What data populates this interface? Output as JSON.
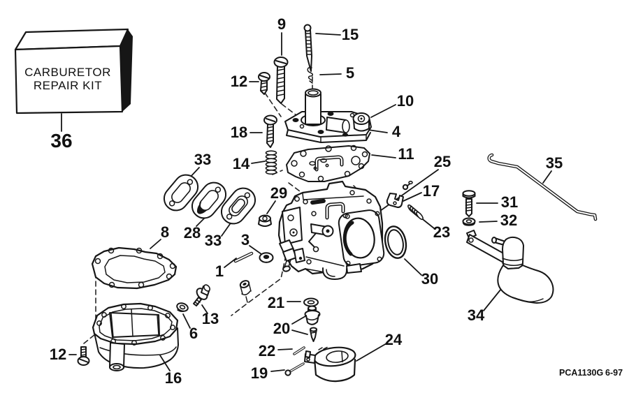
{
  "colors": {
    "ink": "#161616",
    "background": "#ffffff"
  },
  "kit_box": {
    "line1": "CARBURETOR",
    "line2": "REPAIR KIT"
  },
  "footer": {
    "code": "PCA1130G",
    "date": "6-97"
  },
  "callouts": {
    "c36": "36",
    "c9": "9",
    "c15": "15",
    "c5": "5",
    "c12_top": "12",
    "c10": "10",
    "c4": "4",
    "c18": "18",
    "c11": "11",
    "c14": "14",
    "c33_left": "33",
    "c29": "29",
    "c25": "25",
    "c17": "17",
    "c35": "35",
    "c31": "31",
    "c32": "32",
    "c23": "23",
    "c28": "28",
    "c8": "8",
    "c33_right": "33",
    "c3": "3",
    "c30": "30",
    "c1": "1",
    "c34": "34",
    "c12_bottom": "12",
    "c16": "16",
    "c13": "13",
    "c6": "6",
    "c21": "21",
    "c20": "20",
    "c22": "22",
    "c19": "19",
    "c24": "24"
  }
}
